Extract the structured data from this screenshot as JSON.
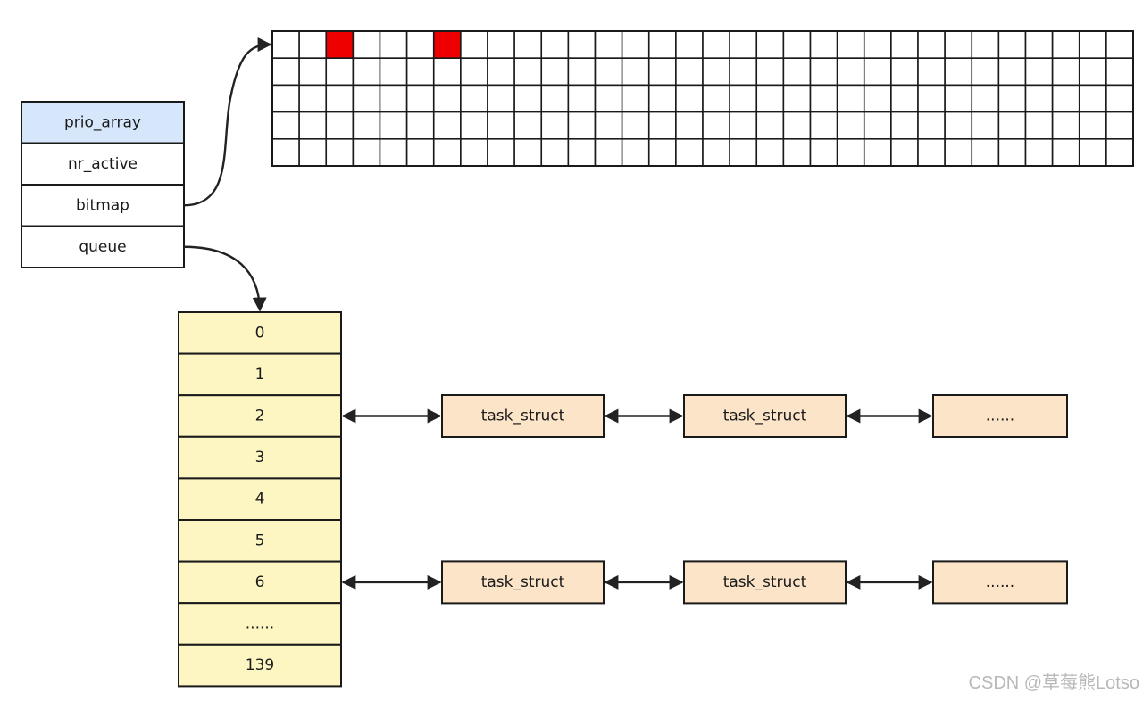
{
  "prio_array": {
    "header": "prio_array",
    "fields": [
      "nr_active",
      "bitmap",
      "queue"
    ],
    "header_color": "#d6e7fb"
  },
  "bitmap": {
    "rows": 5,
    "cols": 32,
    "set_bits": [
      2,
      6
    ],
    "set_color": "#ee0000"
  },
  "queue": {
    "labels": [
      "0",
      "1",
      "2",
      "3",
      "4",
      "5",
      "6",
      "......",
      "139"
    ],
    "fill_color": "#fdf6c3"
  },
  "task_lists": [
    {
      "queue_index": 2,
      "items": [
        "task_struct",
        "task_struct",
        "......"
      ]
    },
    {
      "queue_index": 6,
      "items": [
        "task_struct",
        "task_struct",
        "......"
      ]
    }
  ],
  "task_fill_color": "#fce4c8",
  "watermark": "CSDN @草莓熊Lotso"
}
